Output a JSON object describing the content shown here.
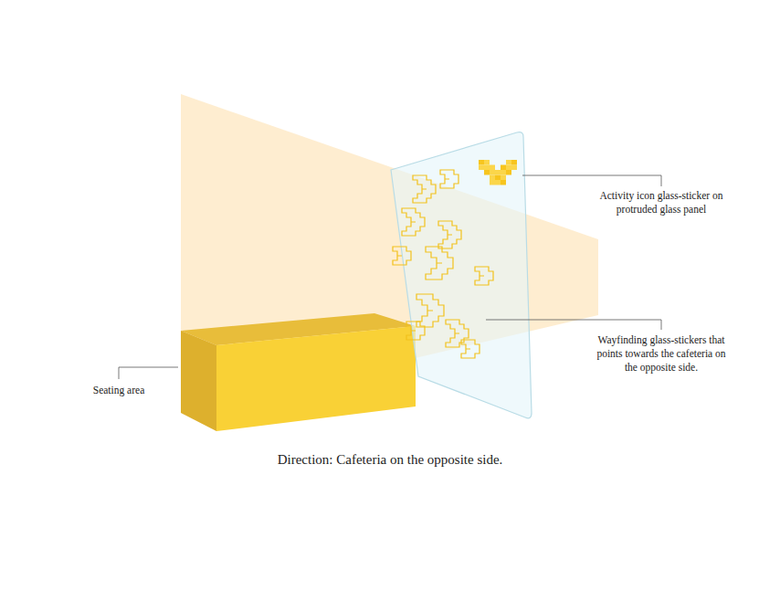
{
  "diagram": {
    "caption": "Direction: Cafeteria on the opposite side.",
    "labels": [
      "Activity icon glass-sticker on protruded glass panel",
      "Wayfinding glass-stickers that points towards the cafeteria on the opposite side.",
      "Seating area"
    ]
  }
}
